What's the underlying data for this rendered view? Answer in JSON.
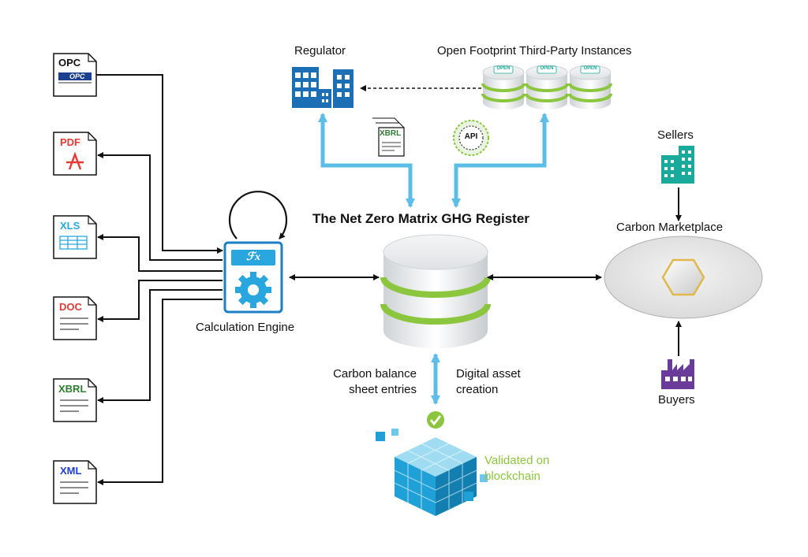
{
  "title": "The Net Zero Matrix GHG Register",
  "calculation_engine": {
    "label": "Calculation Engine",
    "fx_label": "ℱx"
  },
  "file_sources": [
    {
      "label": "OPC",
      "color": "#111111"
    },
    {
      "label": "PDF",
      "color": "#e53935"
    },
    {
      "label": "XLS",
      "color": "#29a8e0"
    },
    {
      "label": "DOC",
      "color": "#e53935"
    },
    {
      "label": "XBRL",
      "color": "#2e7d32"
    },
    {
      "label": "XML",
      "color": "#1e3fd6"
    }
  ],
  "opc_logo_text": "OPC",
  "regulator": {
    "label": "Regulator"
  },
  "third_party": {
    "label": "Open Footprint Third-Party Instances",
    "db_badge": "OPEN"
  },
  "xbrl_doc_label": "XBRL",
  "api_label": "API",
  "marketplace": {
    "label": "Carbon Marketplace"
  },
  "sellers": {
    "label": "Sellers"
  },
  "buyers": {
    "label": "Buyers"
  },
  "ledger_left": "Carbon balance sheet entries",
  "ledger_right": "Digital asset creation",
  "blockchain": {
    "label": "Validated on blockchain"
  },
  "colors": {
    "blue": "#2aa6de",
    "navy": "#1c6fb5",
    "green": "#8cc63f",
    "teal": "#1aaa9b",
    "purple": "#6b3b9a",
    "arrow": "#111111",
    "light_arrow": "#5bbde8"
  }
}
